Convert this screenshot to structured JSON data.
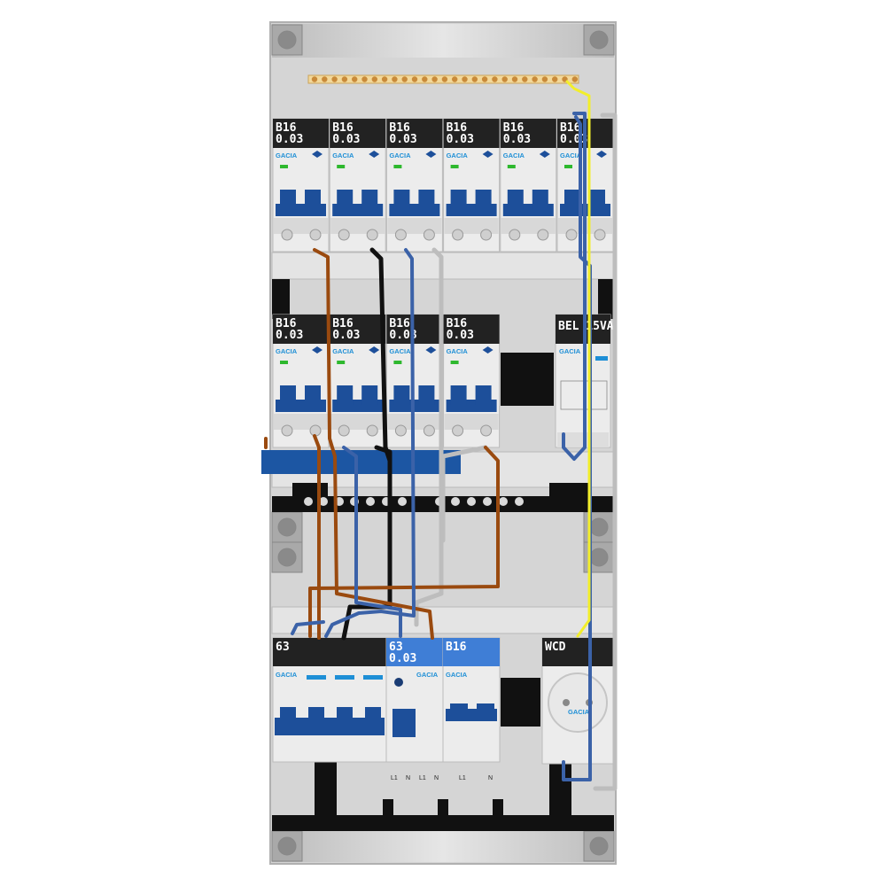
{
  "palette": {
    "enclosure": "#d7d7d7",
    "rail": "#1a1a1a",
    "breaker_blue": "#1d4f9a",
    "label_bg": "#222222",
    "label_rcd_bg": "#3f7ed6",
    "wire_brown": "#9a4a0f",
    "wire_blue": "#3b62a8",
    "wire_black": "#111111",
    "wire_grey": "#bdbdbd",
    "wire_yellow": "#f2ee2b",
    "busbar_blue": "#1c56a3"
  },
  "brand": "GACIA",
  "row1": {
    "breakers": [
      {
        "rating": "B16",
        "sensitivity": "0.03"
      },
      {
        "rating": "B16",
        "sensitivity": "0.03"
      },
      {
        "rating": "B16",
        "sensitivity": "0.03"
      },
      {
        "rating": "B16",
        "sensitivity": "0.03"
      },
      {
        "rating": "B16",
        "sensitivity": "0.03"
      },
      {
        "rating": "B16",
        "sensitivity": "0.03"
      }
    ]
  },
  "row2": {
    "breakers": [
      {
        "rating": "B16",
        "sensitivity": "0.03"
      },
      {
        "rating": "B16",
        "sensitivity": "0.03"
      },
      {
        "rating": "B16",
        "sensitivity": "0.03"
      },
      {
        "rating": "B16",
        "sensitivity": "0.03"
      }
    ],
    "transformer_label": "BEL 15VA"
  },
  "row3": {
    "main_switch_label": "63",
    "rcd_label_rating": "63",
    "rcd_label_sensitivity": "0.03",
    "rcbo_label": "B16",
    "socket_label": "WCD",
    "terminal_labels": [
      "L1",
      "N",
      "L1",
      "N",
      "L1",
      "N"
    ]
  }
}
